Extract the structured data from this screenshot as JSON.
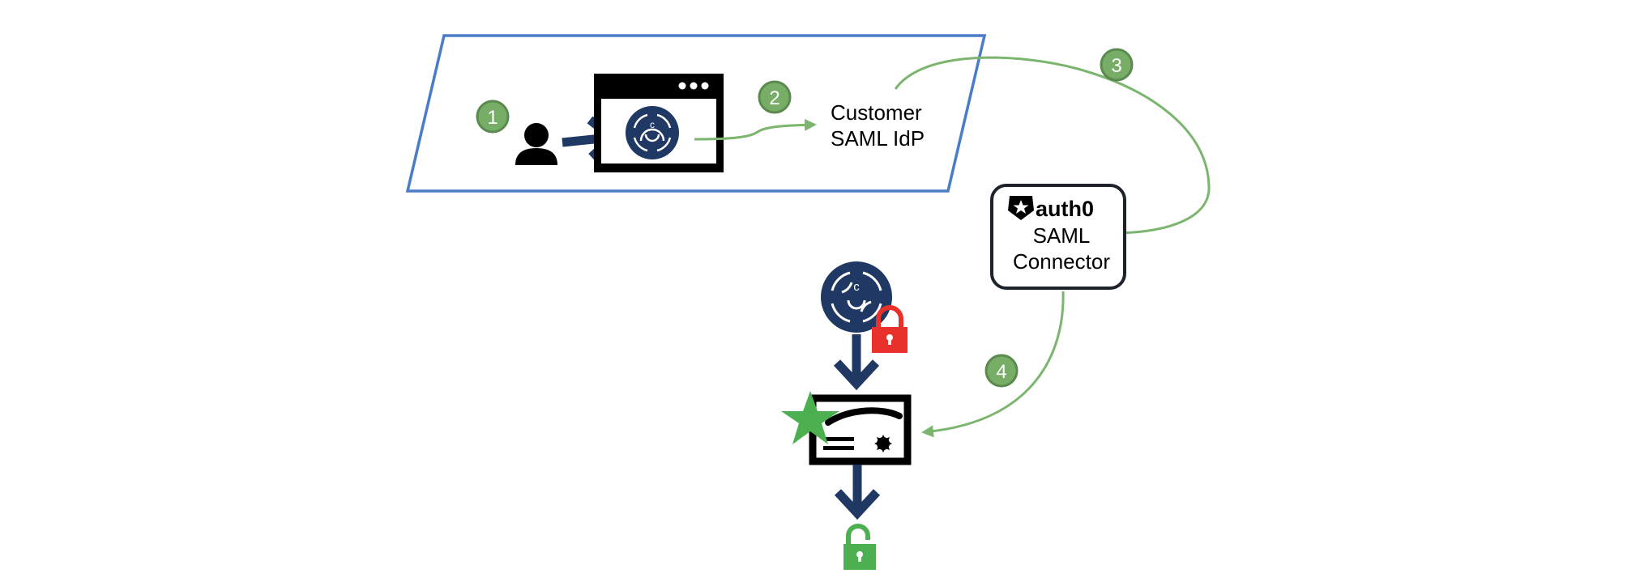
{
  "colors": {
    "boundary": "#4a7cc7",
    "flow": "#7bb56e",
    "step_fill": "#78ad68",
    "step_stroke": "#5b8a4e",
    "navy": "#1f3864",
    "black": "#000000",
    "lock_locked": "#e8312a",
    "lock_unlocked": "#4caf50",
    "star": "#4caf50"
  },
  "steps": [
    {
      "number": "1"
    },
    {
      "number": "2"
    },
    {
      "number": "3"
    },
    {
      "number": "4"
    }
  ],
  "nodes": {
    "idp": {
      "line1": "Customer",
      "line2": "SAML IdP"
    },
    "connector": {
      "brand": "auth0",
      "line1": "SAML",
      "line2": "Connector"
    }
  },
  "icons": {
    "user": "user-icon",
    "browser": "browser-window-icon",
    "app_logo": "app-logo-icon",
    "locked": "padlock-locked-icon",
    "certificate": "certificate-icon",
    "star": "star-icon",
    "unlocked": "padlock-unlocked-icon",
    "auth0_logo": "auth0-shield-icon"
  }
}
